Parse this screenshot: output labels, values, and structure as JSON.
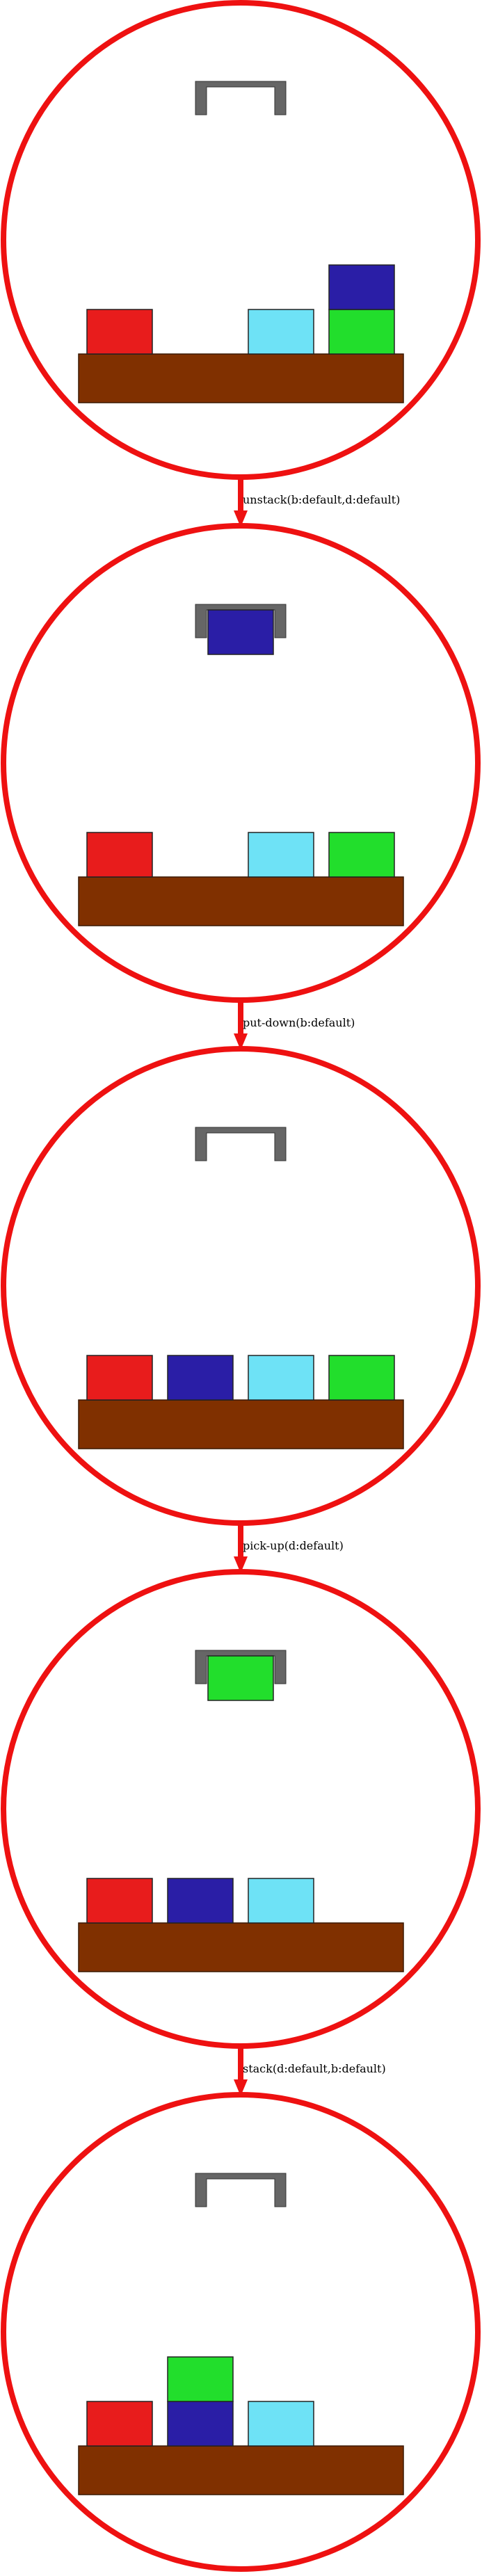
{
  "block_colors": {
    "a": "#e81c1c",
    "b": "#2a1ea6",
    "c": "#6ee2f6",
    "d": "#22de2c"
  },
  "table_color": "#803000",
  "ring_color": "#ee1111",
  "gripper_color": "#666666",
  "states": [
    {
      "holding": null,
      "slots": [
        [
          "a"
        ],
        [],
        [
          "c"
        ],
        [
          "d",
          "b"
        ]
      ]
    },
    {
      "holding": "b",
      "slots": [
        [
          "a"
        ],
        [],
        [
          "c"
        ],
        [
          "d"
        ]
      ]
    },
    {
      "holding": null,
      "slots": [
        [
          "a"
        ],
        [
          "b"
        ],
        [
          "c"
        ],
        [
          "d"
        ]
      ]
    },
    {
      "holding": "d",
      "slots": [
        [
          "a"
        ],
        [
          "b"
        ],
        [
          "c"
        ],
        []
      ]
    },
    {
      "holding": null,
      "slots": [
        [
          "a"
        ],
        [
          "b",
          "d"
        ],
        [
          "c"
        ],
        []
      ]
    }
  ],
  "actions": [
    "unstack(b:default,d:default)",
    "put-down(b:default)",
    "pick-up(d:default)",
    "stack(d:default,b:default)"
  ]
}
